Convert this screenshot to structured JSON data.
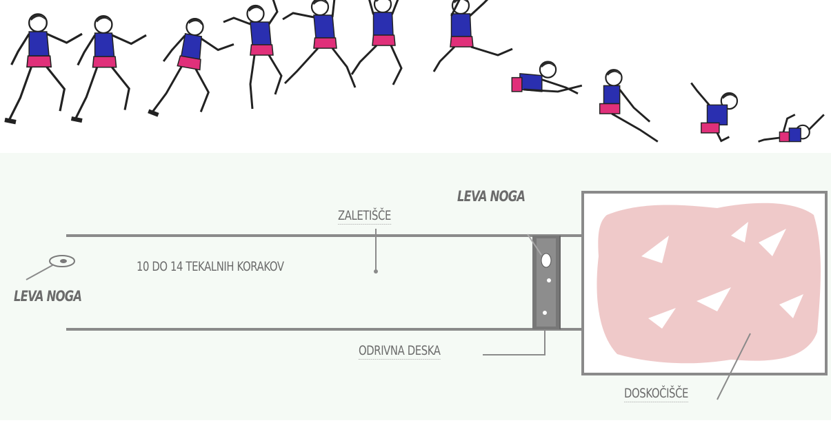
{
  "labels": {
    "run_steps": "10 DO 14 TEKALNIH KORAKOV",
    "runway": "ZALETIŠČE",
    "left_foot_start": "LEVA NOGA",
    "left_foot_board": "LEVA NOGA",
    "takeoff_board": "ODRIVNA DESKA",
    "landing_pit": "DOSKOČIŠČE"
  },
  "colors": {
    "jersey": "#2a2fb0",
    "shorts": "#e0307a",
    "skin": "#ffffff",
    "hair": "#2a2a2a",
    "lines": "#8a8a8a",
    "sand": "#e9b5b5",
    "background": "#f5faf5"
  },
  "icons": [
    "athlete-figure-icon",
    "footprint-icon"
  ]
}
